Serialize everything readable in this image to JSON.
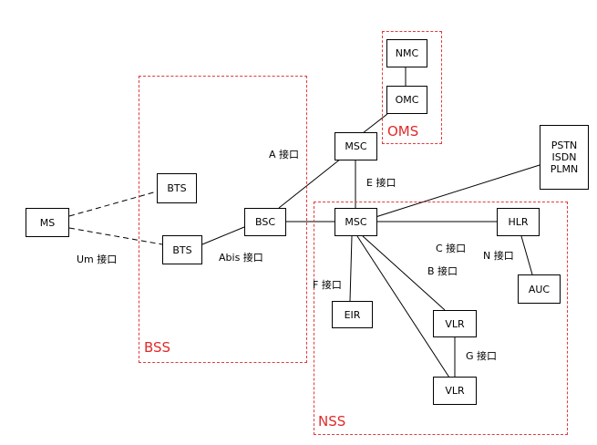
{
  "regions": {
    "oms": {
      "label": "OMS"
    },
    "bss": {
      "label": "BSS"
    },
    "nss": {
      "label": "NSS"
    }
  },
  "nodes": {
    "ms": "MS",
    "bts_top": "BTS",
    "bts_bottom": "BTS",
    "bsc": "BSC",
    "msc_top": "MSC",
    "msc_main": "MSC",
    "nmc": "NMC",
    "omc": "OMC",
    "pstn": [
      "PSTN",
      "ISDN",
      "PLMN"
    ],
    "hlr": "HLR",
    "auc": "AUC",
    "eir": "EIR",
    "vlr_top": "VLR",
    "vlr_bottom": "VLR"
  },
  "edge_labels": {
    "a": "A 接口",
    "e": "E 接口",
    "um": "Um 接口",
    "abis": "Abis 接口",
    "c": "C 接口",
    "n": "N 接口",
    "b": "B 接口",
    "f": "F 接口",
    "g": "G 接口"
  }
}
